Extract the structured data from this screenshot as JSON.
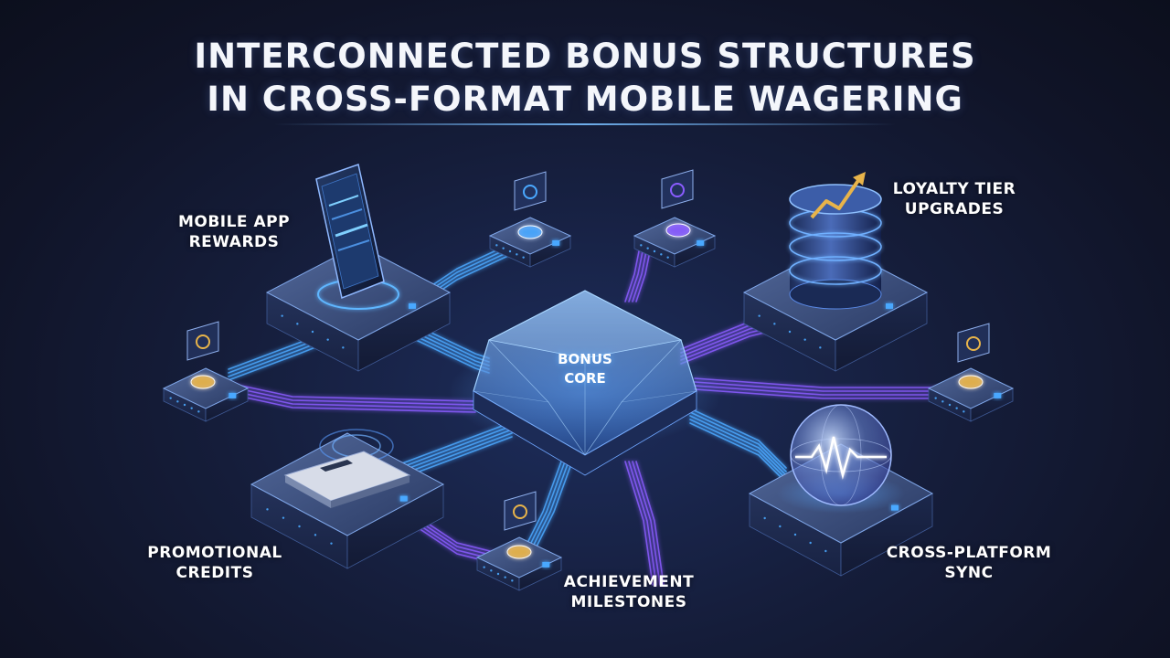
{
  "title": {
    "line1": "INTERCONNECTED BONUS STRUCTURES",
    "line2": "IN CROSS-FORMAT MOBILE WAGERING"
  },
  "core": {
    "line1": "BONUS",
    "line2": "CORE"
  },
  "nodes": {
    "mobile_app": {
      "line1": "MOBILE APP",
      "line2": "REWARDS",
      "icon": "smartphone-icon"
    },
    "loyalty": {
      "line1": "LOYALTY TIER",
      "line2": "UPGRADES",
      "icon": "server-stack-icon"
    },
    "promotional": {
      "line1": "PROMOTIONAL",
      "line2": "CREDITS",
      "icon": "credit-card-icon"
    },
    "achievement": {
      "line1": "ACHIEVEMENT",
      "line2": "MILESTONES",
      "icon": "trophy-icon"
    },
    "cross_platform": {
      "line1": "CROSS-PLATFORM",
      "line2": "SYNC",
      "icon": "pulse-globe-icon"
    }
  },
  "colors": {
    "accent_blue": "#4aa8ff",
    "accent_violet": "#8a5cff",
    "gold": "#e8b44a",
    "platform_top": "#3a4d78",
    "background": "#151d3a"
  }
}
